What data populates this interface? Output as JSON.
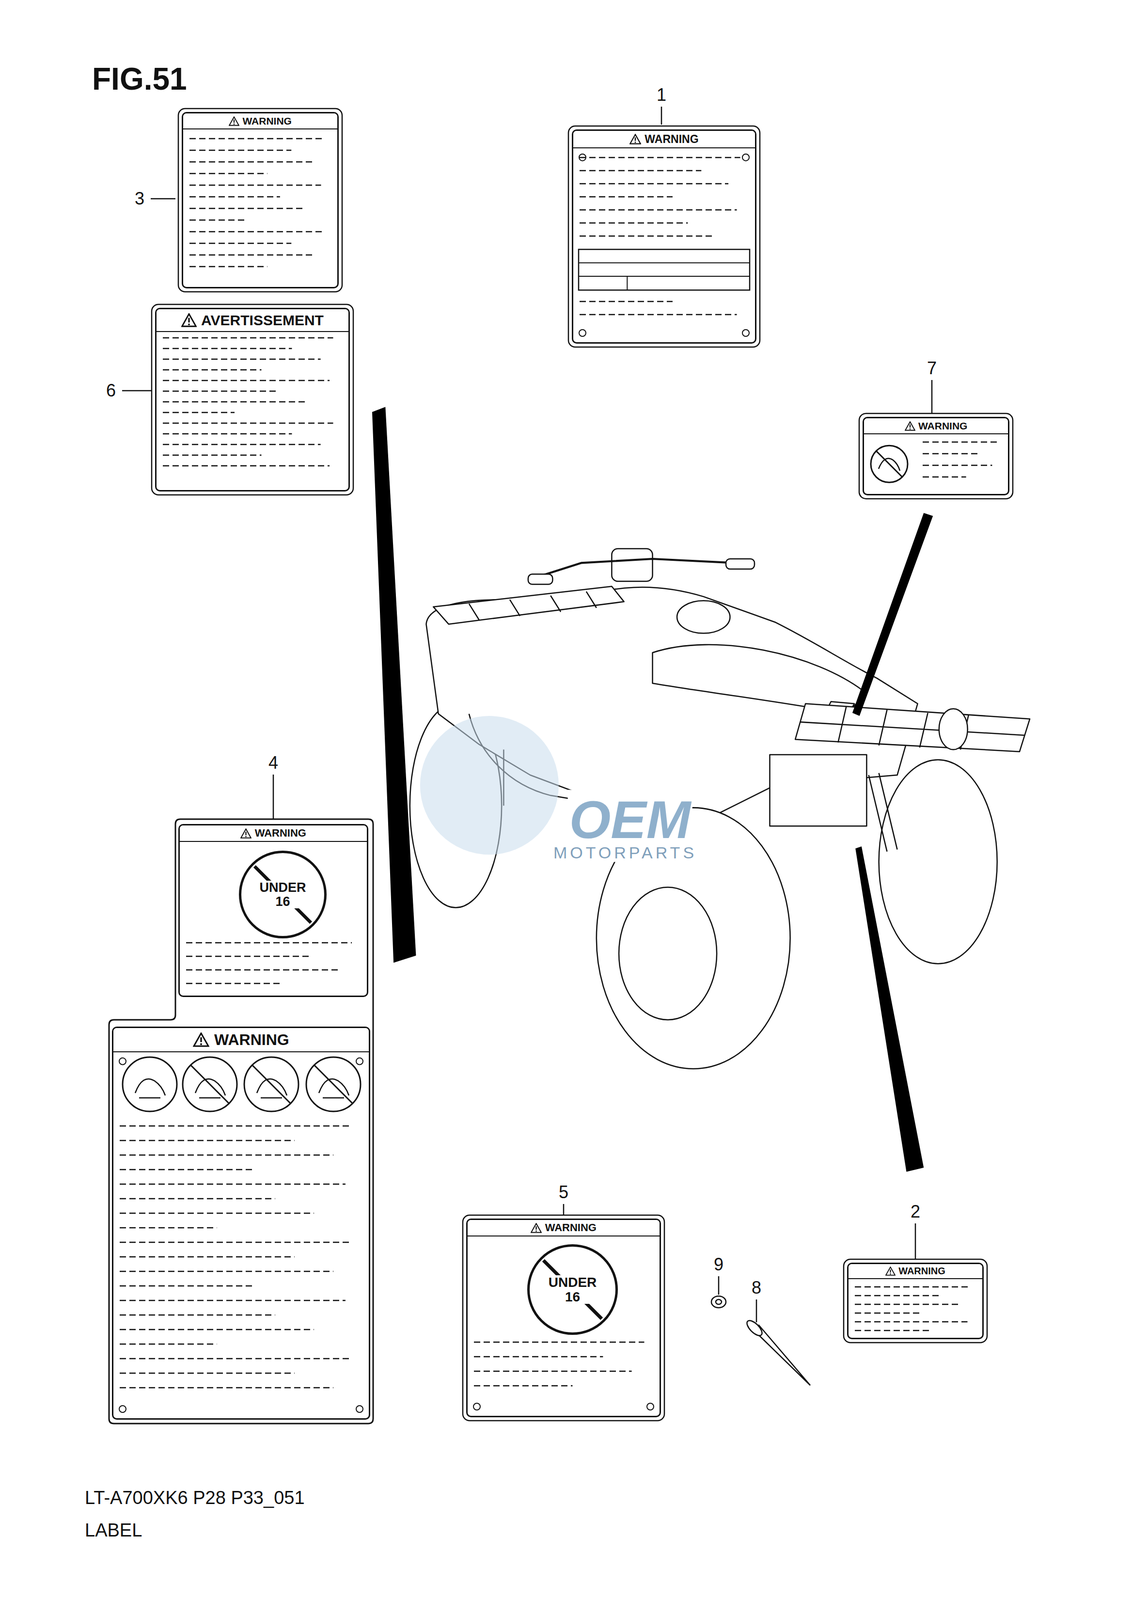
{
  "diagram": {
    "title": "FIG.51",
    "nodes": [
      {
        "text": [
          "WARNING"
        ]
      },
      {
        "text": [
          "WARNING"
        ]
      },
      {
        "text": [
          "AVERTISSEMENT"
        ]
      },
      {
        "text": [
          "WARNING"
        ]
      },
      {
        "text": [
          "WARNING"
        ]
      },
      {
        "text": [
          "UNDER 16"
        ],
        "in": 4
      },
      {
        "text": [
          "WARNING"
        ]
      },
      {
        "text": [
          "WARNING"
        ]
      },
      {
        "text": [
          "UNDER 16"
        ],
        "in": 7
      },
      {
        "text": [
          "WARNING"
        ]
      }
    ],
    "labels": [
      "1",
      "2",
      "3",
      "4",
      "5",
      "6",
      "7",
      "8",
      "9",
      "OEM",
      "MOTORPARTS",
      "LT-A700XK6 P28 P33_051",
      "LABEL"
    ]
  }
}
